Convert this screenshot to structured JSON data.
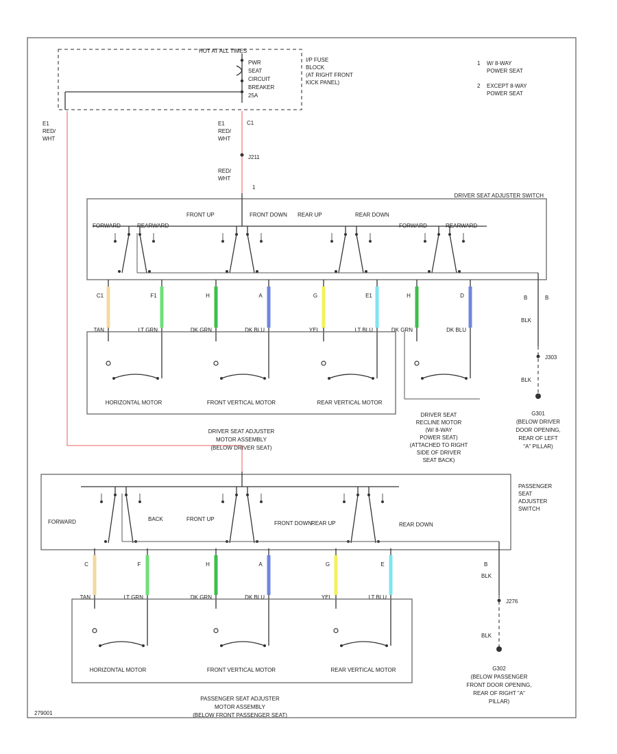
{
  "fuse_block": {
    "hot_label": "HOT AT ALL TIMES",
    "breaker_lines": [
      "PWR",
      "SEAT",
      "CIRCUIT",
      "BREAKER",
      "25A"
    ],
    "block_lines": [
      "I/P FUSE",
      "BLOCK",
      "(AT RIGHT FRONT",
      "KICK PANEL)"
    ]
  },
  "notes": [
    {
      "num": "1",
      "lines": [
        "W/ 8-WAY",
        "POWER SEAT"
      ]
    },
    {
      "num": "2",
      "lines": [
        "EXCEPT 8-WAY",
        "POWER SEAT"
      ]
    }
  ],
  "feed": {
    "left_wire": [
      "E1",
      "RED/",
      "WHT"
    ],
    "mid_wire": [
      "E1",
      "RED/",
      "WHT"
    ],
    "mid_pin": "C1",
    "splice": "J211",
    "switch_wire": [
      "RED/",
      "WHT"
    ],
    "switch_pin": "1"
  },
  "driver_switch": {
    "title": "DRIVER SEAT ADJUSTER SWITCH",
    "labels": [
      "FORWARD",
      "REARWARD",
      "FRONT UP",
      "FRONT DOWN",
      "REAR UP",
      "REAR DOWN",
      "FORWARD",
      "REARWARD"
    ]
  },
  "driver_wires": [
    {
      "pin": "C1",
      "color_name": "TAN",
      "hex": "#f3d9a0"
    },
    {
      "pin": "F1",
      "color_name": "LT GRN",
      "hex": "#6ee07a"
    },
    {
      "pin": "H",
      "color_name": "DK GRN",
      "hex": "#3cbf4a"
    },
    {
      "pin": "A",
      "color_name": "DK BLU",
      "hex": "#6f86e0"
    },
    {
      "pin": "G",
      "color_name": "YEL",
      "hex": "#f2f25a"
    },
    {
      "pin": "E1",
      "color_name": "LT BLU",
      "hex": "#7fe4f2"
    },
    {
      "pin": "H",
      "color_name": "DK GRN",
      "hex": "#3cbf4a"
    },
    {
      "pin": "D",
      "color_name": "DK BLU",
      "hex": "#6f86e0"
    }
  ],
  "driver_ground": {
    "pins": [
      "B",
      "B"
    ],
    "color": "BLK",
    "splice": "J303",
    "ground": "G301",
    "location": [
      "(BELOW DRIVER",
      "DOOR OPENING,",
      "REAR OF LEFT",
      "\"A\" PILLAR)"
    ]
  },
  "driver_motors": [
    "HORIZONTAL MOTOR",
    "FRONT VERTICAL MOTOR",
    "REAR VERTICAL MOTOR"
  ],
  "driver_assembly": [
    "DRIVER SEAT ADJUSTER",
    "MOTOR ASSEMBLY",
    "(BELOW DRIVER SEAT)"
  ],
  "recline": [
    "DRIVER SEAT",
    "RECLINE MOTOR",
    "(W/ 8-WAY",
    "POWER SEAT)",
    "(ATTACHED TO RIGHT",
    "SIDE OF DRIVER",
    "SEAT BACK)"
  ],
  "passenger_switch": {
    "title": [
      "PASSENGER",
      "SEAT",
      "ADJUSTER",
      "SWITCH"
    ],
    "labels": [
      "FORWARD",
      "BACK",
      "FRONT UP",
      "FRONT DOWN",
      "REAR UP",
      "REAR DOWN"
    ]
  },
  "passenger_wires": [
    {
      "pin": "C",
      "color_name": "TAN",
      "hex": "#f3d9a0"
    },
    {
      "pin": "F",
      "color_name": "LT GRN",
      "hex": "#6ee07a"
    },
    {
      "pin": "H",
      "color_name": "DK GRN",
      "hex": "#3cbf4a"
    },
    {
      "pin": "A",
      "color_name": "DK BLU",
      "hex": "#6f86e0"
    },
    {
      "pin": "G",
      "color_name": "YEL",
      "hex": "#f2f25a"
    },
    {
      "pin": "E",
      "color_name": "LT BLU",
      "hex": "#7fe4f2"
    }
  ],
  "passenger_ground": {
    "pin": "B",
    "color": "BLK",
    "splice": "J276",
    "ground": "G302",
    "location": [
      "(BELOW PASSENGER",
      "FRONT DOOR OPENING,",
      "REAR OF RIGHT \"A\"",
      "PILLAR)"
    ]
  },
  "passenger_motors": [
    "HORIZONTAL MOTOR",
    "FRONT VERTICAL MOTOR",
    "REAR VERTICAL MOTOR"
  ],
  "passenger_assembly": [
    "PASSENGER SEAT ADJUSTER",
    "MOTOR ASSEMBLY",
    "(BELOW FRONT PASSENGER SEAT)"
  ],
  "red_wire_hex": "#f08080",
  "figure_id": "279001"
}
